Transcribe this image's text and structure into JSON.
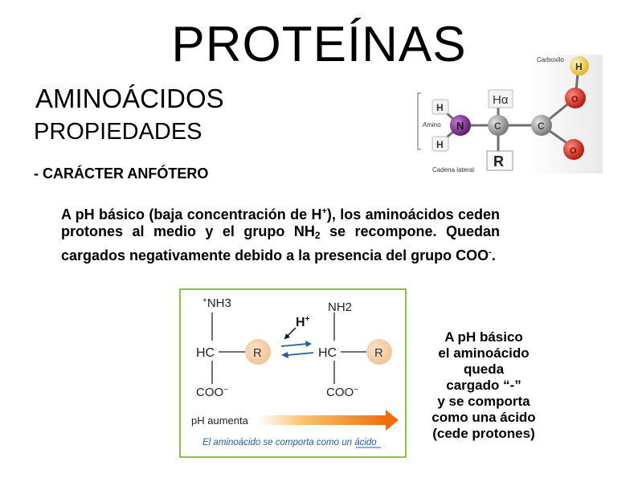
{
  "title": "PROTEÍNAS",
  "subtitle1": "AMINOÁCIDOS",
  "subtitle2": "PROPIEDADES",
  "section": "- CARÁCTER ANFÓTERO",
  "paragraph": {
    "part1": "A pH básico (baja concentración de H",
    "sup1": "+",
    "part2": "), los aminoácidos ceden protones al medio y el grupo NH",
    "sub1": "2",
    "part3": " se recompone. Quedan cargados negativamente debido a la presencia del grupo COO",
    "sup2": "-",
    "part4": "."
  },
  "amino_diagram": {
    "carboxilo_label": "Carboxilo",
    "amino_label": "Amino",
    "cadena_label": "Cadena lateral",
    "h_alpha": "Hα",
    "r": "R",
    "atoms": {
      "h": "H",
      "n": "N",
      "c": "C",
      "o": "O"
    },
    "colors": {
      "h": "#f2c84b",
      "n": "#7b2f8e",
      "c": "#9a9a9a",
      "o": "#d42a1e"
    }
  },
  "reaction": {
    "nh3": "NH3",
    "nh3_charge": "+",
    "nh2": "NH2",
    "h_plus": "H",
    "h_plus_charge": "+",
    "hc": "HC",
    "r": "R",
    "coo": "COO",
    "coo_charge": "−",
    "ph_label": "pH aumenta",
    "caption": "El aminoácido se comporta como un ácido",
    "caption_bold": "ácido",
    "border_color": "#8cc63f"
  },
  "side_text": [
    "A pH básico",
    "el aminoácido",
    "queda",
    "cargado “-”",
    "y se comporta",
    "como una ácido",
    "(cede protones)"
  ]
}
